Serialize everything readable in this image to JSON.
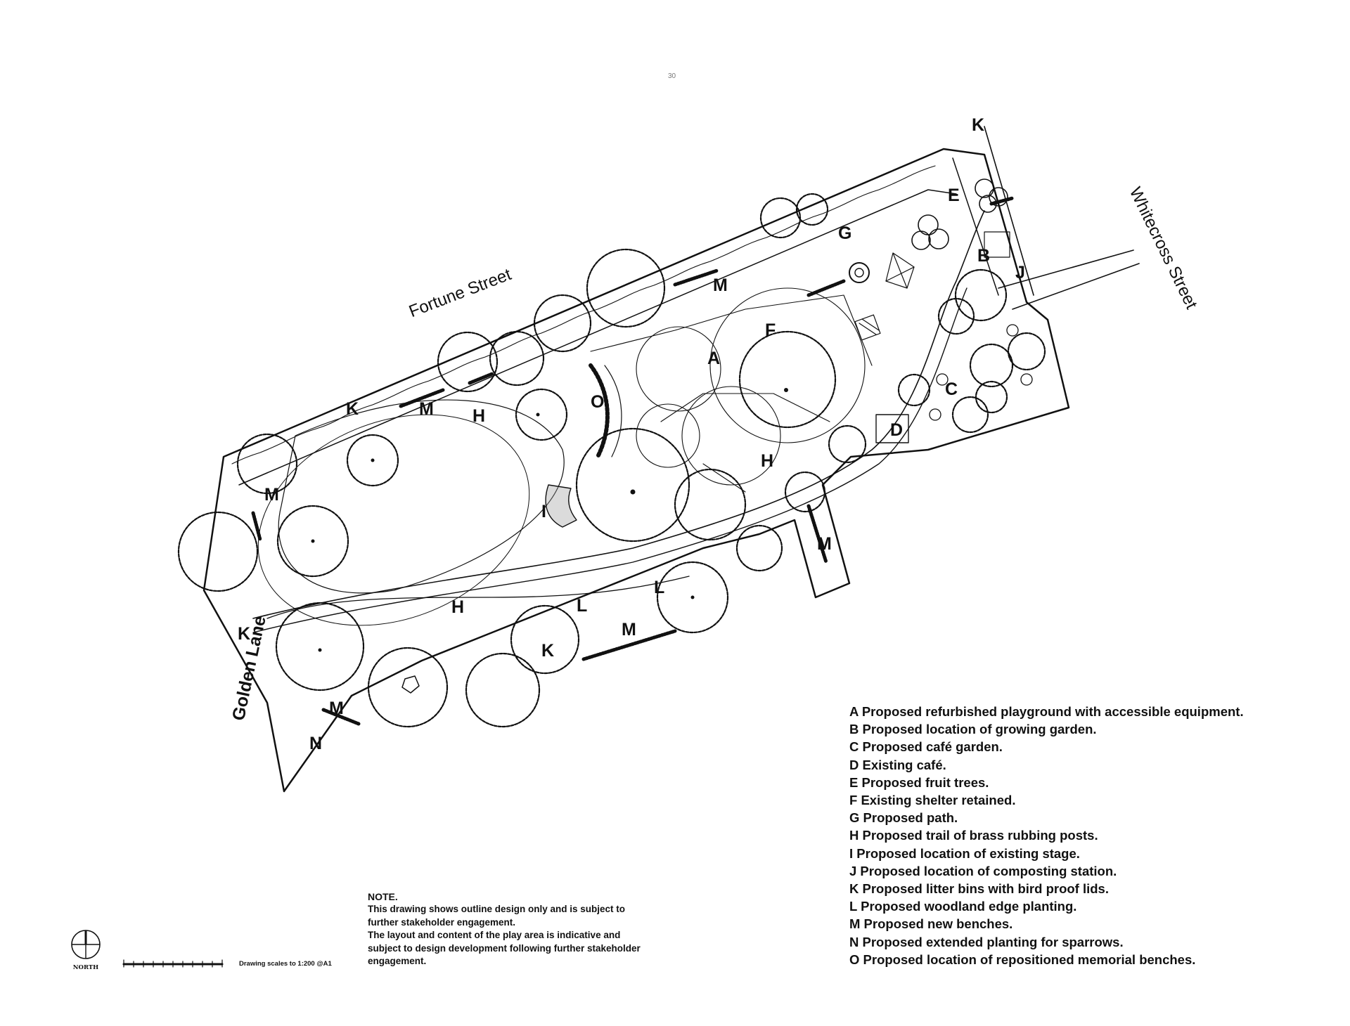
{
  "streets": {
    "fortune": "Fortune Street",
    "whitecross": "Whitecross Street",
    "golden": "Golden Lane"
  },
  "page_number": "30",
  "markers": [
    {
      "id": "k1",
      "text": "K"
    },
    {
      "id": "e1",
      "text": "E"
    },
    {
      "id": "g1",
      "text": "G"
    },
    {
      "id": "b1",
      "text": "B"
    },
    {
      "id": "j1",
      "text": "J"
    },
    {
      "id": "m1",
      "text": "M"
    },
    {
      "id": "f1",
      "text": "F"
    },
    {
      "id": "a1",
      "text": "A"
    },
    {
      "id": "o1",
      "text": "O"
    },
    {
      "id": "c1",
      "text": "C"
    },
    {
      "id": "d1",
      "text": "D"
    },
    {
      "id": "h1",
      "text": "H"
    },
    {
      "id": "k2",
      "text": "K"
    },
    {
      "id": "m2",
      "text": "M"
    },
    {
      "id": "h2",
      "text": "H"
    },
    {
      "id": "m3",
      "text": "M"
    },
    {
      "id": "i1",
      "text": "I"
    },
    {
      "id": "m4",
      "text": "M"
    },
    {
      "id": "l1",
      "text": "L"
    },
    {
      "id": "l2",
      "text": "L"
    },
    {
      "id": "h3",
      "text": "H"
    },
    {
      "id": "k3",
      "text": "K"
    },
    {
      "id": "k4",
      "text": "K"
    },
    {
      "id": "m5",
      "text": "M"
    },
    {
      "id": "m6",
      "text": "M"
    },
    {
      "id": "n1",
      "text": "N"
    }
  ],
  "legend": [
    "A Proposed refurbished playground with accessible equipment.",
    "B Proposed location of growing garden.",
    "C Proposed café garden.",
    "D Existing café.",
    "E Proposed fruit trees.",
    "F Existing shelter retained.",
    "G Proposed path.",
    "H Proposed trail of brass rubbing posts.",
    "I Proposed location of existing stage.",
    "J Proposed location of composting station.",
    "K Proposed litter bins with bird proof lids.",
    "L Proposed woodland edge planting.",
    "M Proposed new benches.",
    "N Proposed extended planting for sparrows.",
    "O Proposed location of repositioned memorial benches."
  ],
  "note": {
    "title": "NOTE.",
    "lines": [
      "This drawing shows outline design only and is subject to",
      "further stakeholder engagement.",
      "The layout and content of the play area is indicative and",
      "subject to design development following further stakeholder",
      "engagement."
    ]
  },
  "north_label": "NORTH",
  "scale_label": "Drawing scales to 1:200 @A1"
}
